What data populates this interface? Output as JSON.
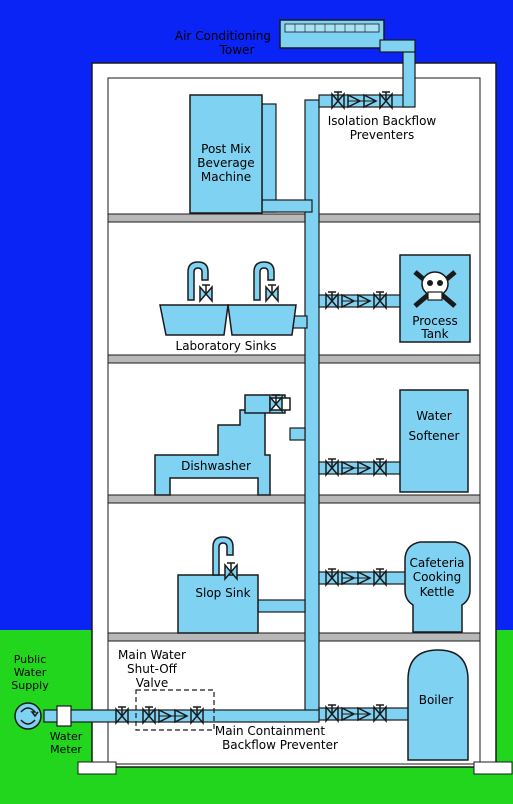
{
  "colors": {
    "sky": "#0a24f5",
    "ground": "#22d61e",
    "building": "#ffffff",
    "equipment": "#7fd2f2",
    "floor": "#b8b8b8",
    "outline": "#1a1a1a"
  },
  "labels": {
    "ac_tower_line1": "Air Conditioning",
    "ac_tower_line2": "Tower",
    "isolation_line1": "Isolation Backflow",
    "isolation_line2": "Preventers",
    "post_mix_line1": "Post Mix",
    "post_mix_line2": "Beverage",
    "post_mix_line3": "Machine",
    "lab_sinks": "Laboratory Sinks",
    "process_line1": "Process",
    "process_line2": "Tank",
    "dishwasher": "Dishwasher",
    "softener_line1": "Water",
    "softener_line2": "Softener",
    "slop_sink": "Slop Sink",
    "kettle_line1": "Cafeteria",
    "kettle_line2": "Cooking",
    "kettle_line3": "Kettle",
    "public_line1": "Public",
    "public_line2": "Water",
    "public_line3": "Supply",
    "meter_line1": "Water",
    "meter_line2": "Meter",
    "shutoff_line1": "Main Water",
    "shutoff_line2": "Shut-Off",
    "shutoff_line3": "Valve",
    "boiler": "Boiler",
    "containment_line1": "Main Containment",
    "containment_line2": "Backflow Preventer"
  }
}
